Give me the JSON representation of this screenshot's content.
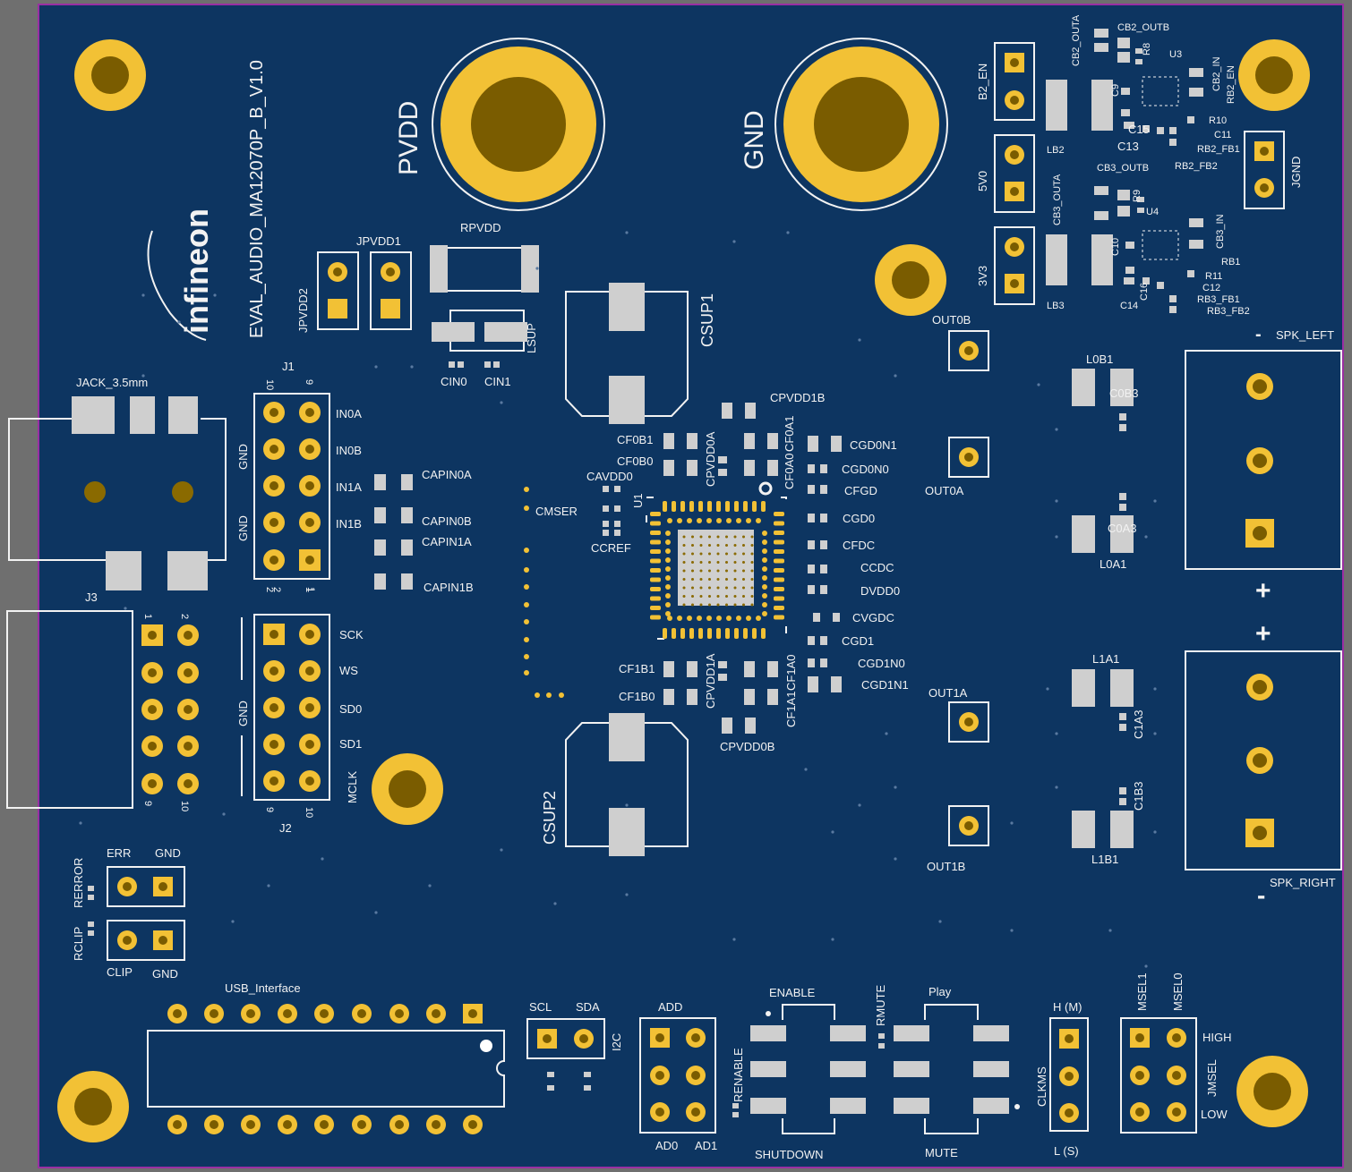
{
  "board": {
    "name": "EVAL_AUDIO_MA12070P_B_V1.0",
    "logo_text": "infineon",
    "colors": {
      "board": "#0d3561",
      "silkscreen": "#f2f2f2",
      "copper": "#f2c135",
      "pad": "#cfcfcf",
      "edge": "#9a2fa3"
    }
  },
  "power": {
    "pvdd": "PVDD",
    "gnd": "GND",
    "rpvdd": "RPVDD",
    "jpvdd1": "JPVDD1",
    "jpvdd2": "JPVDD2",
    "lsup": "LSUP",
    "cin0": "CIN0",
    "cin1": "CIN1",
    "csup1": "CSUP1",
    "csup2": "CSUP2"
  },
  "jack": {
    "name": "JACK_3.5mm",
    "j3": "J3",
    "pin1": "1",
    "pin2": "2",
    "pin9": "9",
    "pin10": "10"
  },
  "j1": {
    "name": "J1",
    "pin10": "10",
    "pin9": "9",
    "pin2": "2",
    "pin1": "1",
    "gnd1": "GND",
    "gnd2": "GND",
    "signals": [
      "IN0A",
      "IN0B",
      "IN1A",
      "IN1B"
    ]
  },
  "j2": {
    "name": "J2",
    "pin2": "2",
    "pin1": "1",
    "pin9": "9",
    "pin10": "10",
    "gnd": "GND",
    "signals": [
      "SCK",
      "WS",
      "SD0",
      "SD1",
      "MCLK"
    ]
  },
  "caps_in": [
    "CAPIN0A",
    "CAPIN0B",
    "CAPIN1A",
    "CAPIN1B"
  ],
  "ic": {
    "name": "U1",
    "cavdd0": "CAVDD0",
    "cmser": "CMSER",
    "ccref": "CCREF",
    "cf0b1": "CF0B1",
    "cf0b0": "CF0B0",
    "cpvdd0a": "CPVDD0A",
    "cpvdd1b": "CPVDD1B",
    "cf0a1": "CF0A1",
    "cf0a0": "CF0A0",
    "cf1b1": "CF1B1",
    "cf1b0": "CF1B0",
    "cpvdd1a": "CPVDD1A",
    "cf1a1": "CF1A1",
    "cf1a0": "CF1A0",
    "cpvdd0b": "CPVDD0B"
  },
  "ic_caps": [
    "CGD0N1",
    "CGD0N0",
    "CFGD",
    "CGD0",
    "CFDC",
    "CCDC",
    "DVDD0",
    "CVGDC",
    "CGD1",
    "CGD1N0",
    "CGD1N1"
  ],
  "outputs": [
    "OUT0B",
    "OUT0A",
    "OUT1A",
    "OUT1B"
  ],
  "filters": {
    "l0b1": "L0B1",
    "c0b3": "C0B3",
    "c0a3": "C0A3",
    "l0a1": "L0A1",
    "l1a1": "L1A1",
    "c1a3": "C1A3",
    "c1b3": "C1B3",
    "l1b1": "L1B1"
  },
  "speakers": {
    "left": "SPK_LEFT",
    "right": "SPK_RIGHT",
    "minus": "-",
    "plus": "+"
  },
  "regulators": {
    "b2_en": "B2_EN",
    "v5": "5V0",
    "v33": "3V3",
    "lb2": "LB2",
    "lb3": "LB3",
    "jgnd": "JGND",
    "cb2_outa": "CB2_OUTA",
    "cb2_outb": "CB2_OUTB",
    "r8": "R8",
    "u3": "U3",
    "cb2_in": "CB2_IN",
    "rb2_en": "RB2_EN",
    "c9": "C9",
    "c15": "C15",
    "r10": "R10",
    "c13": "C13",
    "c11": "C11",
    "rb2_fb1": "RB2_FB1",
    "rb2_fb2": "RB2_FB2",
    "cb3_outb": "CB3_OUTB",
    "cb3_outa": "CB3_OUTA",
    "r9": "R9",
    "u4": "U4",
    "cb3_in": "CB3_IN",
    "c10": "C10",
    "rb1": "RB1",
    "r11": "R11",
    "c12": "C12",
    "c16": "C16",
    "c14": "C14",
    "rb3_fb1": "RB3_FB1",
    "rb3_fb2": "RB3_FB2"
  },
  "status": {
    "err": "ERR",
    "gnd1": "GND",
    "rerror": "RERROR",
    "rclip": "RCLIP",
    "clip": "CLIP",
    "gnd2": "GND"
  },
  "usb": {
    "label": "USB_Interface"
  },
  "i2c": {
    "scl": "SCL",
    "sda": "SDA",
    "i2c": "I2C"
  },
  "addr": {
    "add": "ADD",
    "ad0": "AD0",
    "ad1": "AD1"
  },
  "switches": {
    "enable": "ENABLE",
    "shutdown": "SHUTDOWN",
    "renable": "RENABLE",
    "rmute": "RMUTE",
    "play": "Play",
    "mute": "MUTE"
  },
  "clock": {
    "hm": "H (M)",
    "ls": "L (S)",
    "clkms": "CLKMS"
  },
  "msel": {
    "msel1": "MSEL1",
    "msel0": "MSEL0",
    "high": "HIGH",
    "jmsel": "JMSEL",
    "low": "LOW"
  }
}
